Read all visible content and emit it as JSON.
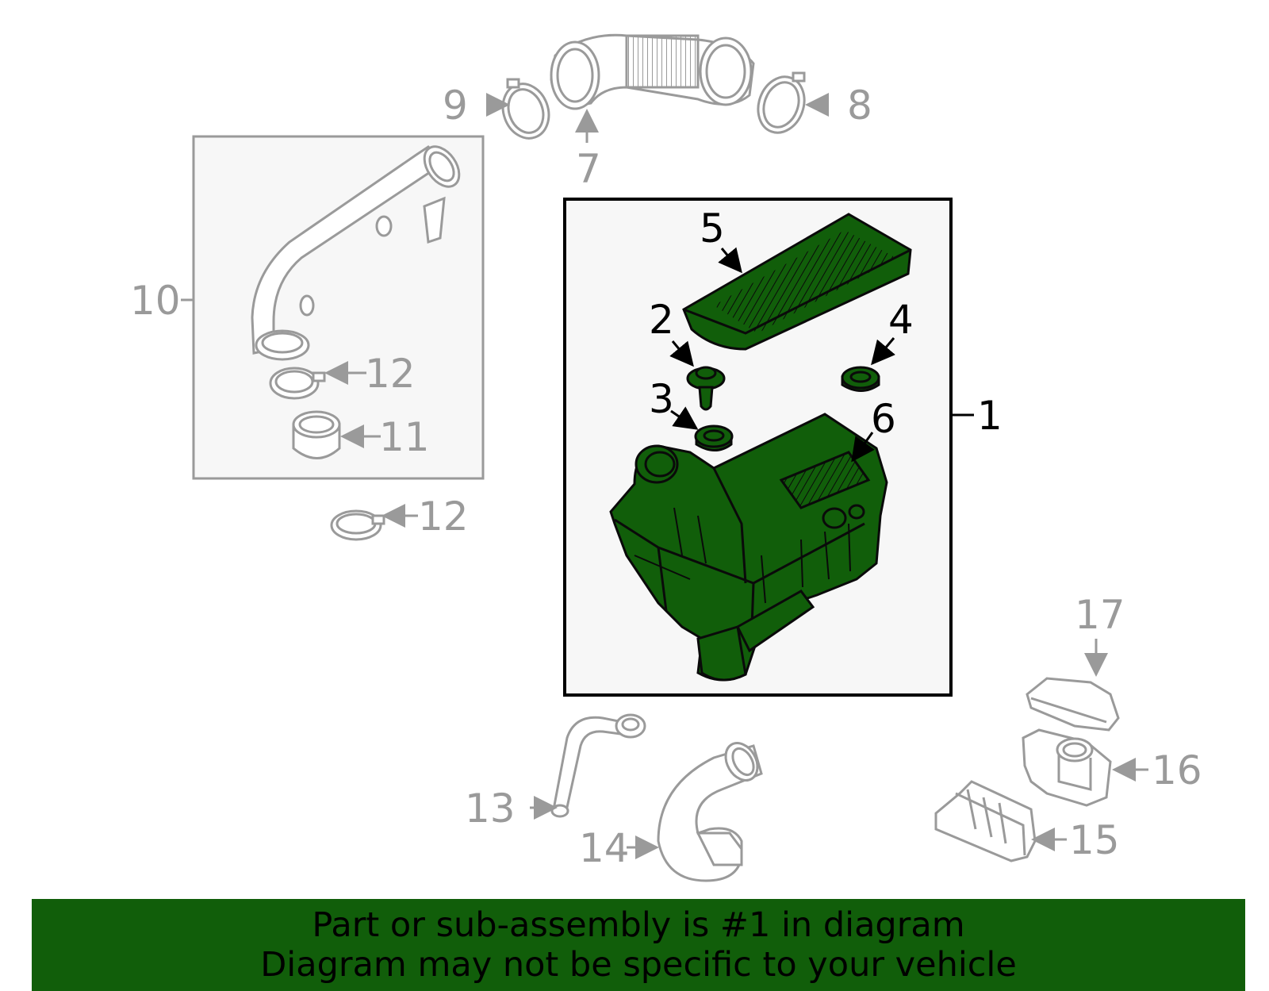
{
  "colors": {
    "highlight_green": "#115e0a",
    "part_gray": "#9a9a9a",
    "box_fill": "#f7f7f7",
    "banner_bg": "#115e0a"
  },
  "callouts": {
    "c1": "1",
    "c2": "2",
    "c3": "3",
    "c4": "4",
    "c5": "5",
    "c6": "6",
    "c7": "7",
    "c8": "8",
    "c9": "9",
    "c10": "10",
    "c11": "11",
    "c12a": "12",
    "c12b": "12",
    "c13": "13",
    "c14": "14",
    "c15": "15",
    "c16": "16",
    "c17": "17"
  },
  "banner": {
    "line1": "Part or sub-assembly is #1 in diagram",
    "line2": "Diagram may not be specific to your vehicle"
  }
}
